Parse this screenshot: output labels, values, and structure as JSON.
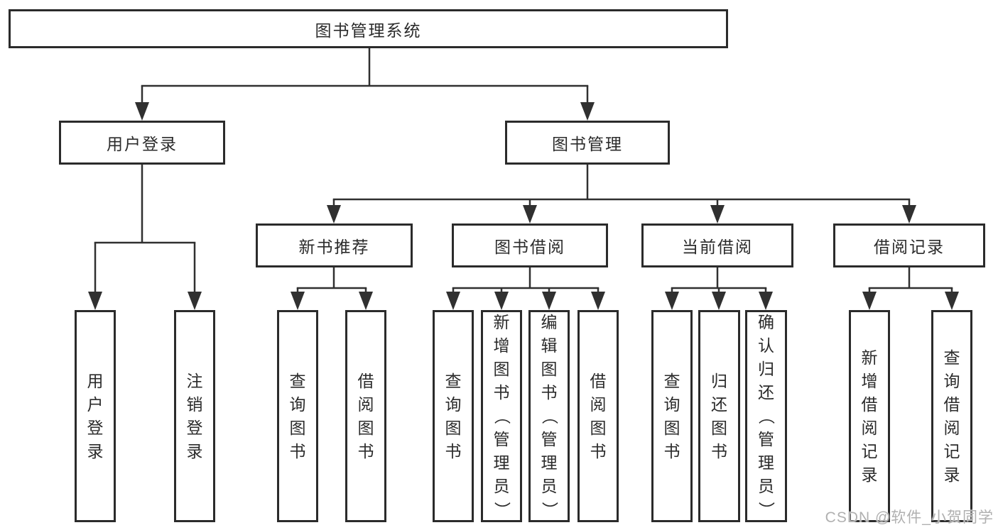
{
  "tree": {
    "label": "图书管理系统",
    "children": [
      {
        "label": "用户登录",
        "children": [
          {
            "label": "用户登录"
          },
          {
            "label": "注销登录"
          }
        ]
      },
      {
        "label": "图书管理",
        "children": [
          {
            "label": "新书推荐",
            "children": [
              {
                "label": "查询图书"
              },
              {
                "label": "借阅图书"
              }
            ]
          },
          {
            "label": "图书借阅",
            "children": [
              {
                "label": "查询图书"
              },
              {
                "label": "新增图书（管理员）"
              },
              {
                "label": "编辑图书（管理员）"
              },
              {
                "label": "借阅图书"
              }
            ]
          },
          {
            "label": "当前借阅",
            "children": [
              {
                "label": "查询图书"
              },
              {
                "label": "归还图书"
              },
              {
                "label": "确认归还（管理员）"
              }
            ]
          },
          {
            "label": "借阅记录",
            "children": [
              {
                "label": "新增借阅记录"
              },
              {
                "label": "查询借阅记录"
              }
            ]
          }
        ]
      }
    ]
  },
  "watermark": "CSDN @软件_小贺同学",
  "colors": {
    "background": "#ffffff",
    "box_border": "#2b2b2b",
    "text": "#2b2b2b",
    "line": "#303030",
    "watermark": "#b0b0b0"
  }
}
